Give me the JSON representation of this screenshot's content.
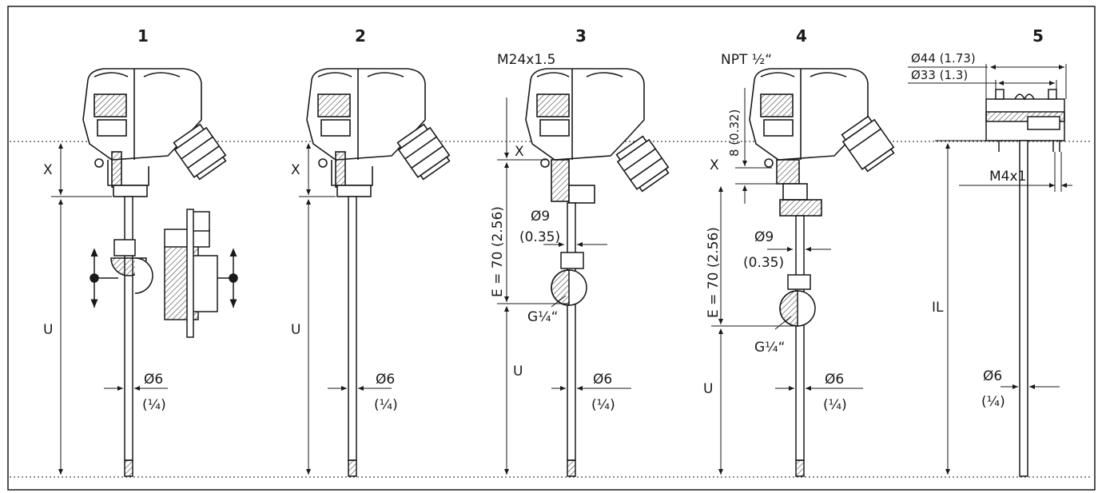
{
  "variants": [
    {
      "number": "1",
      "dim_x": "X",
      "dim_u": "U",
      "dia": "Ø6",
      "dia_in": "(¼)"
    },
    {
      "number": "2",
      "dim_x": "X",
      "dim_u": "U",
      "dia": "Ø6",
      "dia_in": "(¼)"
    },
    {
      "number": "3",
      "thread": "M24x1.5",
      "dim_x": "X",
      "dim_e": "E = 70 (2.56)",
      "dia9": "Ø9",
      "dia9_in": "(0.35)",
      "g": "G¼“",
      "dim_u": "U",
      "dia": "Ø6",
      "dia_in": "(¼)"
    },
    {
      "number": "4",
      "thread": "NPT ½“",
      "dim_8": "8 (0.32)",
      "dim_x": "X",
      "dim_e": "E = 70 (2.56)",
      "dia9": "Ø9",
      "dia9_in": "(0.35)",
      "g": "G¼“",
      "dim_u": "U",
      "dia": "Ø6",
      "dia_in": "(¼)"
    },
    {
      "number": "5",
      "dia44": "Ø44 (1.73)",
      "dia33": "Ø33 (1.3)",
      "screw": "M4x1",
      "dim_il": "IL",
      "dia": "Ø6",
      "dia_in": "(¼)"
    }
  ],
  "colors": {
    "line": "#1a1a1a",
    "hatch": "#555555",
    "housing_fill": "#ffffff"
  }
}
